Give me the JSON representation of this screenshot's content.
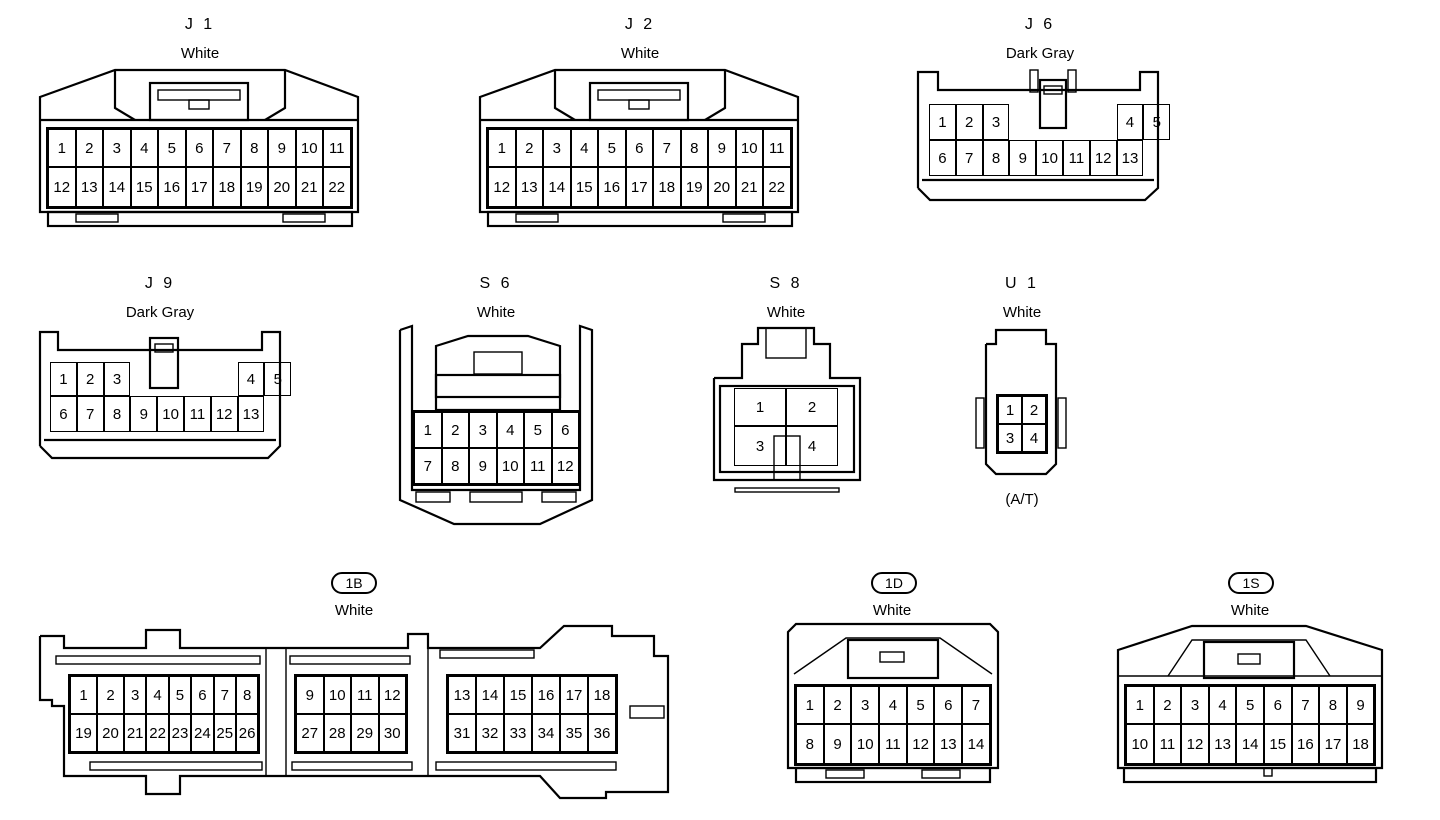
{
  "connectors": [
    {
      "id": "j1",
      "code": "J 1",
      "color": "White",
      "rows": [
        [
          "1",
          "2",
          "3",
          "4",
          "5",
          "6",
          "7",
          "8",
          "9",
          "10",
          "11"
        ],
        [
          "12",
          "13",
          "14",
          "15",
          "16",
          "17",
          "18",
          "19",
          "20",
          "21",
          "22"
        ]
      ]
    },
    {
      "id": "j2",
      "code": "J 2",
      "color": "White",
      "rows": [
        [
          "1",
          "2",
          "3",
          "4",
          "5",
          "6",
          "7",
          "8",
          "9",
          "10",
          "11"
        ],
        [
          "12",
          "13",
          "14",
          "15",
          "16",
          "17",
          "18",
          "19",
          "20",
          "21",
          "22"
        ]
      ]
    },
    {
      "id": "j6",
      "code": "J 6",
      "color": "Dark Gray",
      "rows": [
        [
          "1",
          "2",
          "3",
          "",
          "",
          "",
          "",
          "4",
          "5"
        ],
        [
          "6",
          "7",
          "8",
          "9",
          "10",
          "11",
          "12",
          "13",
          ""
        ]
      ]
    },
    {
      "id": "j9",
      "code": "J 9",
      "color": "Dark Gray",
      "rows": [
        [
          "1",
          "2",
          "3",
          "",
          "",
          "",
          "",
          "4",
          "5"
        ],
        [
          "6",
          "7",
          "8",
          "9",
          "10",
          "11",
          "12",
          "13",
          ""
        ]
      ]
    },
    {
      "id": "s6",
      "code": "S 6",
      "color": "White",
      "rows": [
        [
          "1",
          "2",
          "3",
          "4",
          "5",
          "6"
        ],
        [
          "7",
          "8",
          "9",
          "10",
          "11",
          "12"
        ]
      ]
    },
    {
      "id": "s8",
      "code": "S 8",
      "color": "White",
      "rows": [
        [
          "1",
          "2"
        ],
        [
          "3",
          "4"
        ]
      ]
    },
    {
      "id": "u1",
      "code": "U 1",
      "color": "White",
      "note": "(A/T)",
      "rows": [
        [
          "1",
          "2"
        ],
        [
          "3",
          "4"
        ]
      ]
    },
    {
      "id": "1b",
      "code": "1B",
      "color": "White",
      "blocks": [
        {
          "rows": [
            [
              "1",
              "2",
              "3",
              "4",
              "5",
              "6",
              "7",
              "8"
            ],
            [
              "19",
              "20",
              "21",
              "22",
              "23",
              "24",
              "25",
              "26"
            ]
          ]
        },
        {
          "rows": [
            [
              "9",
              "10",
              "11",
              "12"
            ],
            [
              "27",
              "28",
              "29",
              "30"
            ]
          ]
        },
        {
          "rows": [
            [
              "13",
              "14",
              "15",
              "16",
              "17",
              "18"
            ],
            [
              "31",
              "32",
              "33",
              "34",
              "35",
              "36"
            ]
          ]
        }
      ]
    },
    {
      "id": "1d",
      "code": "1D",
      "color": "White",
      "rows": [
        [
          "1",
          "2",
          "3",
          "4",
          "5",
          "6",
          "7"
        ],
        [
          "8",
          "9",
          "10",
          "11",
          "12",
          "13",
          "14"
        ]
      ]
    },
    {
      "id": "1s",
      "code": "1S",
      "color": "White",
      "rows": [
        [
          "1",
          "2",
          "3",
          "4",
          "5",
          "6",
          "7",
          "8",
          "9"
        ],
        [
          "10",
          "11",
          "12",
          "13",
          "14",
          "15",
          "16",
          "17",
          "18"
        ]
      ]
    }
  ]
}
